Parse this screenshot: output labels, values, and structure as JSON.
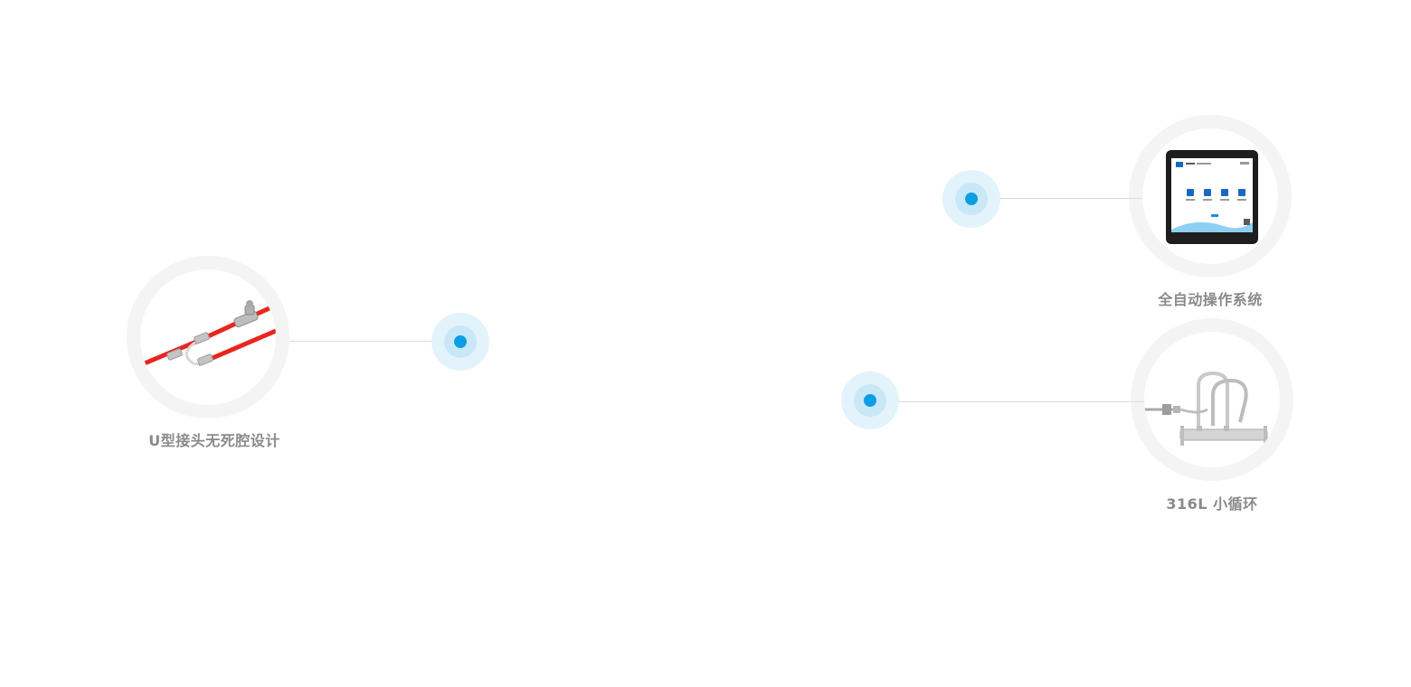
{
  "features": [
    {
      "id": "u-joint",
      "label": "U型接头无死腔设计"
    },
    {
      "id": "auto-system",
      "label": "全自动操作系统"
    },
    {
      "id": "small-loop",
      "label": "316L 小循环"
    }
  ],
  "colors": {
    "accent": "#0b9ee3",
    "ring": "#f4f4f4",
    "label": "#8a8a8a",
    "line": "#d6dce0",
    "tube": "#e8261f"
  }
}
